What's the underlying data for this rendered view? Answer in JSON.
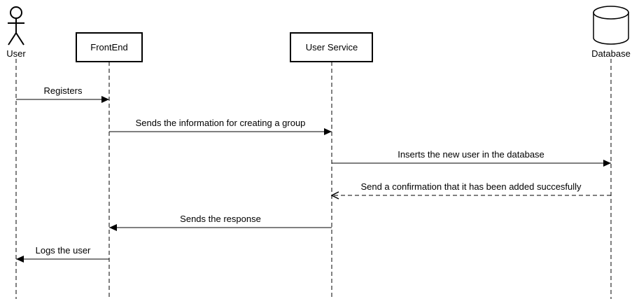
{
  "colors": {
    "line": "#000000",
    "background": "#ffffff"
  },
  "participants": {
    "user": {
      "label": "User",
      "kind": "actor"
    },
    "frontend": {
      "label": "FrontEnd",
      "kind": "box"
    },
    "user_service": {
      "label": "User Service",
      "kind": "box"
    },
    "database": {
      "label": "Database",
      "kind": "database"
    }
  },
  "messages": [
    {
      "label": "Registers",
      "from": "user",
      "to": "frontend",
      "style": "solid"
    },
    {
      "label": "Sends the information for creating a group",
      "from": "frontend",
      "to": "user_service",
      "style": "solid"
    },
    {
      "label": "Inserts the new user in the database",
      "from": "user_service",
      "to": "database",
      "style": "solid"
    },
    {
      "label": "Send a confirmation that it has been added succesfully",
      "from": "database",
      "to": "user_service",
      "style": "dashed"
    },
    {
      "label": "Sends the response",
      "from": "user_service",
      "to": "frontend",
      "style": "solid"
    },
    {
      "label": "Logs the user",
      "from": "frontend",
      "to": "user",
      "style": "solid"
    }
  ]
}
